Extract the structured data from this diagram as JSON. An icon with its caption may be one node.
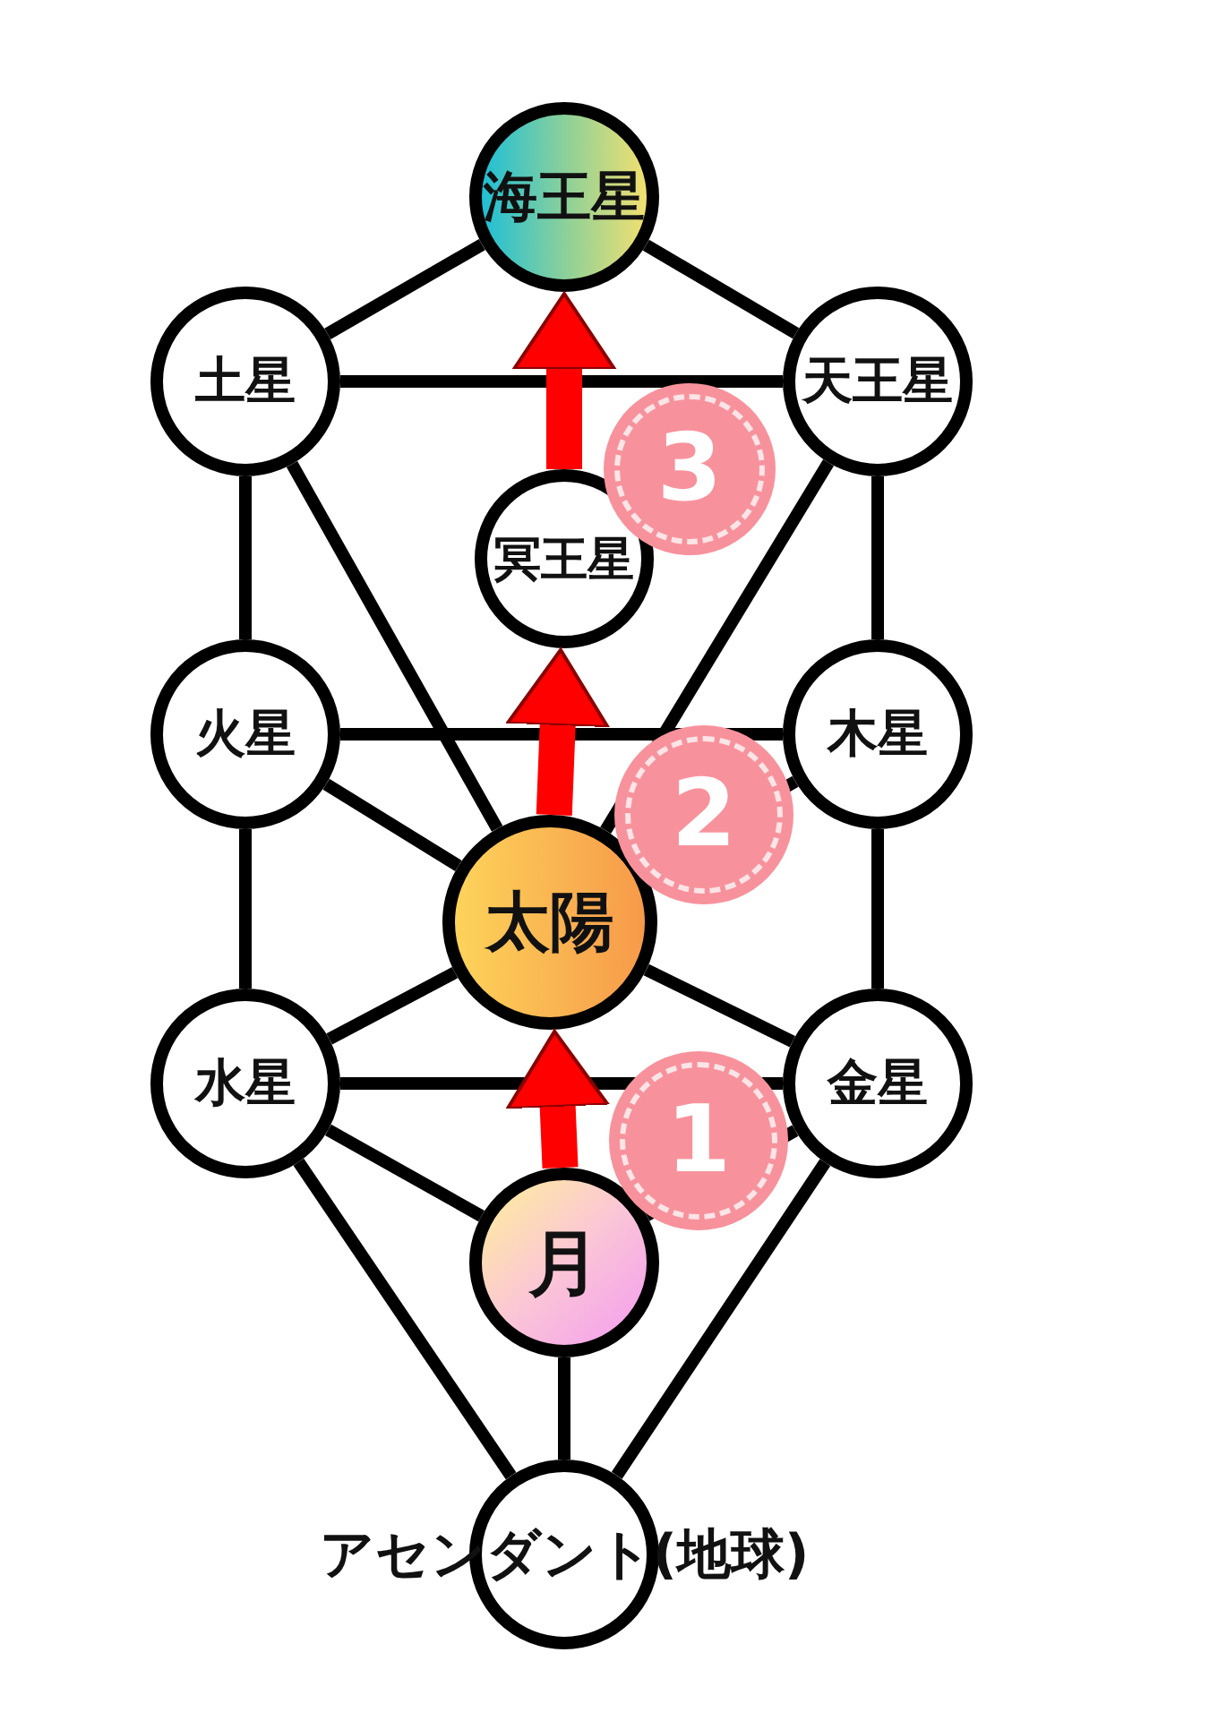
{
  "diagram": {
    "nodes": [
      {
        "text": [
          "海王星"
        ]
      },
      {
        "text": [
          "土星"
        ]
      },
      {
        "text": [
          "天王星"
        ]
      },
      {
        "text": [
          "冥王星"
        ]
      },
      {
        "text": [
          "火星"
        ]
      },
      {
        "text": [
          "木星"
        ]
      },
      {
        "text": [
          "太陽"
        ]
      },
      {
        "text": [
          "水星"
        ]
      },
      {
        "text": [
          "金星"
        ]
      },
      {
        "text": [
          "月"
        ]
      },
      {
        "text": [
          "アセンダント(地球)"
        ]
      }
    ],
    "edges": [
      {
        "from": 0,
        "to": 1,
        "arrow": "none"
      },
      {
        "from": 0,
        "to": 2,
        "arrow": "none"
      },
      {
        "from": 1,
        "to": 2,
        "arrow": "none"
      },
      {
        "from": 1,
        "to": 4,
        "arrow": "none"
      },
      {
        "from": 2,
        "to": 5,
        "arrow": "none"
      },
      {
        "from": 1,
        "to": 6,
        "arrow": "none"
      },
      {
        "from": 2,
        "to": 6,
        "arrow": "none"
      },
      {
        "from": 4,
        "to": 5,
        "arrow": "none"
      },
      {
        "from": 4,
        "to": 6,
        "arrow": "none"
      },
      {
        "from": 5,
        "to": 6,
        "arrow": "none"
      },
      {
        "from": 4,
        "to": 7,
        "arrow": "none"
      },
      {
        "from": 5,
        "to": 8,
        "arrow": "none"
      },
      {
        "from": 6,
        "to": 7,
        "arrow": "none"
      },
      {
        "from": 6,
        "to": 8,
        "arrow": "none"
      },
      {
        "from": 7,
        "to": 8,
        "arrow": "none"
      },
      {
        "from": 7,
        "to": 9,
        "arrow": "none"
      },
      {
        "from": 8,
        "to": 9,
        "arrow": "none"
      },
      {
        "from": 7,
        "to": 10,
        "arrow": "none"
      },
      {
        "from": 8,
        "to": 10,
        "arrow": "none"
      },
      {
        "from": 9,
        "to": 10,
        "arrow": "none"
      },
      {
        "from": 9,
        "to": 6,
        "arrow": "to",
        "style": "thick",
        "color": "#ff0000"
      },
      {
        "from": 6,
        "to": 3,
        "arrow": "to",
        "style": "thick",
        "color": "#ff0000"
      },
      {
        "from": 3,
        "to": 0,
        "arrow": "to",
        "style": "thick",
        "color": "#ff0000"
      }
    ],
    "labels": [
      "3",
      "2",
      "1"
    ]
  }
}
